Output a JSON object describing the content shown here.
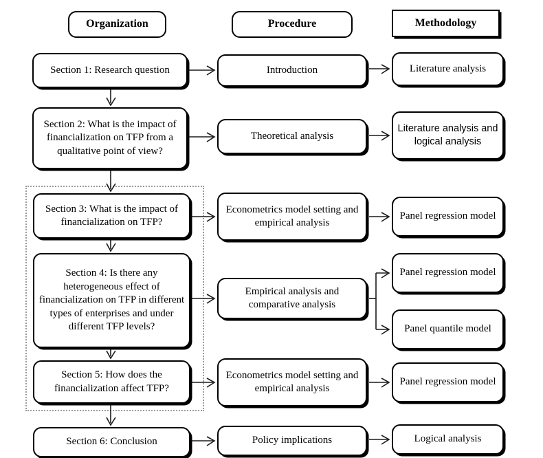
{
  "figure": {
    "type": "flowchart",
    "orientation": "left-to-right with vertical spine",
    "columns": [
      "Organization",
      "Procedure",
      "Methodology"
    ]
  },
  "headers": {
    "organization": "Organization",
    "procedure": "Procedure",
    "methodology": "Methodology"
  },
  "organization": {
    "section1": "Section 1: Research question",
    "section2": "Section 2: What is the impact of financialization on TFP from a qualitative point of view?",
    "section3": "Section 3: What is the impact of financialization on TFP?",
    "section4": "Section 4: Is there any heterogeneous effect of financialization on TFP in different types of enterprises and under different TFP levels?",
    "section5": "Section 5: How does the financialization affect TFP?",
    "section6": "Section 6: Conclusion"
  },
  "procedure": {
    "row1": "Introduction",
    "row2": "Theoretical analysis",
    "row3": "Econometrics model setting and empirical analysis",
    "row4": "Empirical analysis and comparative analysis",
    "row5": "Econometrics model setting and empirical analysis",
    "row6": "Policy implications"
  },
  "methodology": {
    "row1": "Literature analysis",
    "row2": "Literature analysis and logical analysis",
    "row3": "Panel regression model",
    "row4a": "Panel regression model",
    "row4b": "Panel quantile model",
    "row5": "Panel regression model",
    "row6": "Logical analysis"
  },
  "grouping": {
    "label": "empirical-sections-group",
    "members": [
      "section3",
      "section4",
      "section5"
    ],
    "border_style": "dotted",
    "border_color": "#9b9b9b"
  },
  "colors": {
    "box_border": "#000000",
    "connector": "#1a1a1a",
    "group_border": "#9b9b9b",
    "background": "#ffffff",
    "text": "#000000"
  }
}
